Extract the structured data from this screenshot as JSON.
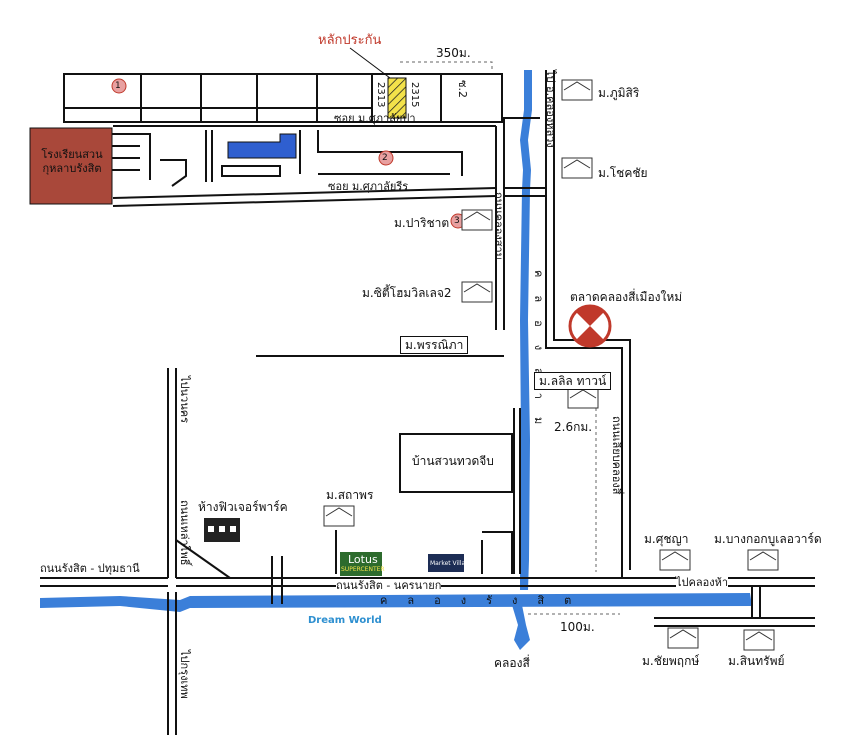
{
  "colors": {
    "road": "#111111",
    "canal": "#3b7fd9",
    "pool": "#2f5fd0",
    "school": "#a9483a",
    "accent": "#c0392b",
    "marker": "#e8a0a0",
    "house": "#555555"
  },
  "icons": {
    "house": "house-icon",
    "market": "market-icon",
    "mall": "mall-icon",
    "pin": "numbered-pin-icon"
  },
  "project": {
    "title": "หลักประกัน",
    "plots": [
      "2313",
      "2315"
    ]
  },
  "markers": [
    "1",
    "2",
    "3"
  ],
  "distances": {
    "top": "350ม.",
    "mid": "2.6กม.",
    "bottom": "100ม."
  },
  "roads": {
    "soi_top": "ซอย ม.ศุภาลัยปา",
    "soi_mid": "ซอย ม.ศุภาลัยรีร",
    "soi_2": "ซ.2",
    "to_klong_luang": "ไป อ.คลองหลวง",
    "to_nava_nakorn": "ไปนวนคร",
    "thanon_klong_sam": "ถนนคลองสาม",
    "thanon_klong_si": "ถนนเลียบคลองสี่",
    "rangsit_pathum": "ถนนรังสิต - ปทุมธานี",
    "rangsit_nakhon_nayok": "ถนนรังสิต - นครนายก",
    "lam_luk_ka": "ถนนเหล่าโพธิ์",
    "to_bangkok": "ไปกรุงเทพ",
    "to_klong_ha": "ไปคลองห้า"
  },
  "canals": {
    "vertical": "คลองสาม",
    "horizontal": "คลองรังสิต",
    "klong_si": "คลองสี่"
  },
  "places": {
    "school": "โรงเรียนสวนกุหลาบรังสิต",
    "baan_suan": "บ้านสวนทวดจีบ",
    "market": "ตลาดคลองสี่เมืองใหม่",
    "mall": "ห้างฟิวเจอร์พาร์ค",
    "lotus": "Lotus",
    "lotus_sub": "SUPERCENTER",
    "market_village": "Market Village",
    "dream_world": "Dream World"
  },
  "villages": {
    "phumsiri": "ม.ภูมิสิริ",
    "chokchai": "ม.โชคชัย",
    "parichat": "ม.ปาริชาต",
    "city_home": "ม.ซิตี้โฮมวิลเลจ2",
    "pornnipa": "ม.พรรณิภา",
    "lalin": "ม.ลลิล ทาวน์",
    "sathaporn": "ม.สถาพร",
    "suchaya": "ม.ศุชญา",
    "bangkok_boulevard": "ม.บางกอกบูเลอวาร์ด",
    "chaiyaphruek": "ม.ชัยพฤกษ์",
    "sinsap": "ม.สินทรัพย์"
  }
}
